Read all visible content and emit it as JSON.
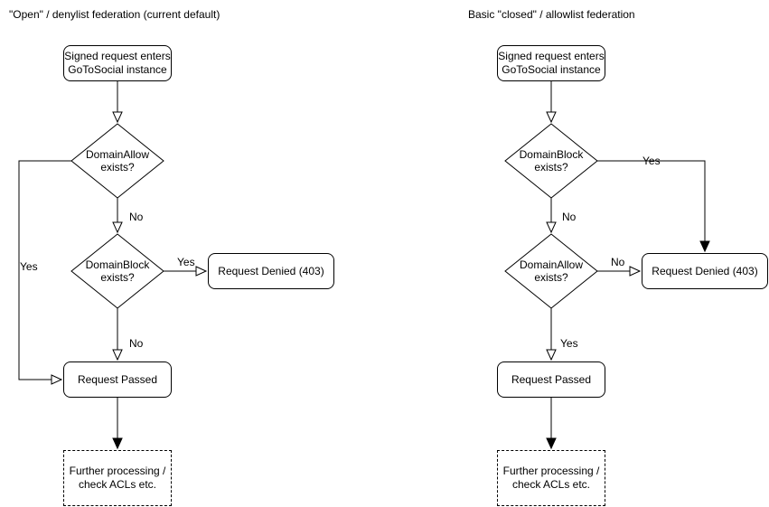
{
  "colors": {
    "stroke": "#000000",
    "text": "#000000",
    "background": "#ffffff",
    "shape_fill": "#ffffff"
  },
  "left": {
    "title": "\"Open\" / denylist federation (current default)",
    "start_line1": "Signed request enters",
    "start_line2": "GoToSocial instance",
    "decision1_line1": "DomainAllow",
    "decision1_line2": "exists?",
    "decision1_no_label": "No",
    "decision1_yes_label": "Yes",
    "decision2_line1": "DomainBlock",
    "decision2_line2": "exists?",
    "decision2_yes_label": "Yes",
    "decision2_no_label": "No",
    "denied_label": "Request Denied (403)",
    "passed_label": "Request Passed",
    "further_line1": "Further processing /",
    "further_line2": "check ACLs etc."
  },
  "right": {
    "title": "Basic \"closed\" / allowlist federation",
    "start_line1": "Signed request enters",
    "start_line2": "GoToSocial instance",
    "decision1_line1": "DomainBlock",
    "decision1_line2": "exists?",
    "decision1_yes_label": "Yes",
    "decision1_no_label": "No",
    "decision2_line1": "DomainAllow",
    "decision2_line2": "exists?",
    "decision2_no_label": "No",
    "decision2_yes_label": "Yes",
    "denied_label": "Request Denied (403)",
    "passed_label": "Request Passed",
    "further_line1": "Further processing /",
    "further_line2": "check ACLs etc."
  }
}
